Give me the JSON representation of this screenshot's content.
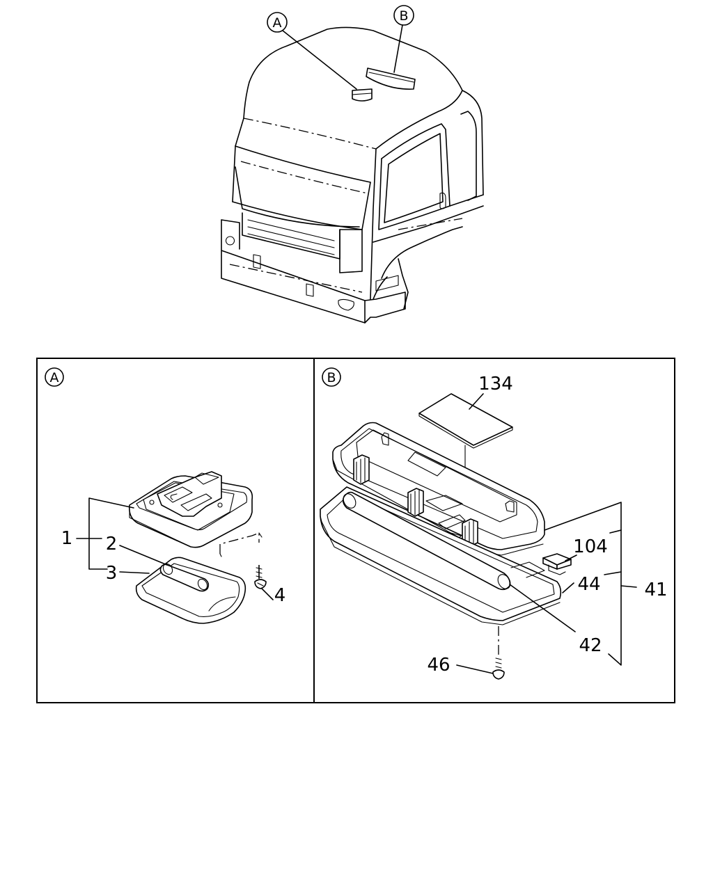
{
  "overview": {
    "callout_a": "A",
    "callout_b": "B"
  },
  "detail_a": {
    "label": "A",
    "parts": [
      {
        "id": "p1",
        "text": "1"
      },
      {
        "id": "p2",
        "text": "2"
      },
      {
        "id": "p3",
        "text": "3"
      },
      {
        "id": "p4",
        "text": "4"
      }
    ]
  },
  "detail_b": {
    "label": "B",
    "parts": [
      {
        "id": "p134",
        "text": "134"
      },
      {
        "id": "p104",
        "text": "104"
      },
      {
        "id": "p44",
        "text": "44"
      },
      {
        "id": "p41",
        "text": "41"
      },
      {
        "id": "p42",
        "text": "42"
      },
      {
        "id": "p46",
        "text": "46"
      }
    ]
  }
}
